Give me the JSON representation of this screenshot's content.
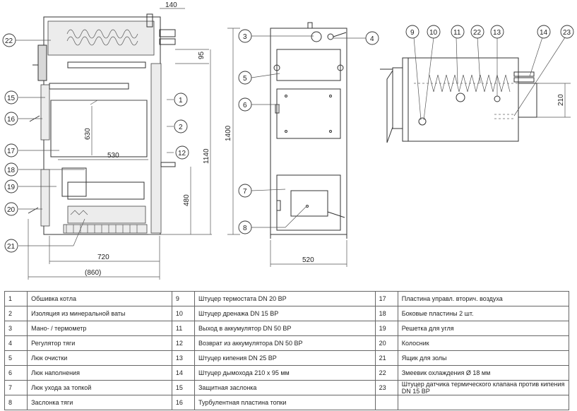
{
  "callouts": {
    "left": [
      "22",
      "15",
      "16",
      "17",
      "18",
      "19",
      "20",
      "21"
    ],
    "mid_right": [
      "1",
      "2",
      "12"
    ],
    "front_left": [
      "3",
      "5",
      "6",
      "7",
      "8"
    ],
    "front_right": [
      "4"
    ],
    "top": [
      "9",
      "10",
      "11",
      "22",
      "13",
      "14",
      "23"
    ]
  },
  "dims": {
    "d140": "140",
    "d95": "95",
    "d630": "630",
    "d530": "530",
    "d1140": "1140",
    "d480": "480",
    "d720": "720",
    "d860": "(860)",
    "d1400": "1400",
    "d520": "520",
    "d210": "210"
  },
  "legend": [
    [
      {
        "n": "1",
        "t": "Обшивка котла"
      },
      {
        "n": "9",
        "t": "Штуцер термостата DN 20 ВР"
      },
      {
        "n": "17",
        "t": "Пластина управл. вторич. воздуха"
      }
    ],
    [
      {
        "n": "2",
        "t": "Изоляция из минеральной ваты"
      },
      {
        "n": "10",
        "t": "Штуцер дренажа DN 15 ВР"
      },
      {
        "n": "18",
        "t": "Боковые пластины 2 шт."
      }
    ],
    [
      {
        "n": "3",
        "t": "Мано- / термометр"
      },
      {
        "n": "11",
        "t": "Выход в аккумулятор DN 50 ВР"
      },
      {
        "n": "19",
        "t": "Решетка для угля"
      }
    ],
    [
      {
        "n": "4",
        "t": "Регулятор тяги"
      },
      {
        "n": "12",
        "t": "Возврат из аккумулятора DN 50 ВР"
      },
      {
        "n": "20",
        "t": "Колосник"
      }
    ],
    [
      {
        "n": "5",
        "t": "Люк очистки"
      },
      {
        "n": "13",
        "t": "Штуцер кипения DN 25 ВР"
      },
      {
        "n": "21",
        "t": "Ящик для золы"
      }
    ],
    [
      {
        "n": "6",
        "t": "Люк наполнения"
      },
      {
        "n": "14",
        "t": "Штуцер дымохода 210 x 95 мм"
      },
      {
        "n": "22",
        "t": "Змеевик охлаждения Ø 18 мм"
      }
    ],
    [
      {
        "n": "7",
        "t": "Люк ухода за топкой"
      },
      {
        "n": "15",
        "t": "Защитная заслонка"
      },
      {
        "n": "23",
        "t": "Штуцер датчика термического клапана против кипения DN 15 ВР"
      }
    ],
    [
      {
        "n": "8",
        "t": "Заслонка тяги"
      },
      {
        "n": "16",
        "t": "Турбулентная пластина топки"
      },
      {
        "n": "",
        "t": ""
      }
    ]
  ]
}
